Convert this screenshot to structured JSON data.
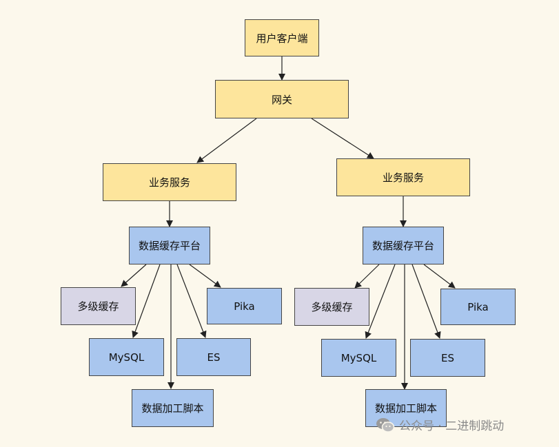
{
  "diagram": {
    "top": {
      "client": "用户客户端",
      "gateway": "网关"
    },
    "left": {
      "service": "业务服务",
      "platform": "数据缓存平台",
      "multilevel_cache": "多级缓存",
      "pika": "Pika",
      "mysql": "MySQL",
      "es": "ES",
      "script": "数据加工脚本"
    },
    "right": {
      "service": "业务服务",
      "platform": "数据缓存平台",
      "multilevel_cache": "多级缓存",
      "pika": "Pika",
      "mysql": "MySQL",
      "es": "ES",
      "script": "数据加工脚本"
    },
    "colors": {
      "background": "#fcf8ec",
      "service_fill": "#fde59c",
      "storage_fill": "#a9c6ee",
      "cache_fill": "#d8d6e6"
    }
  },
  "watermark": {
    "icon": "wechat-icon",
    "text": "公众号 · 二进制跳动"
  }
}
